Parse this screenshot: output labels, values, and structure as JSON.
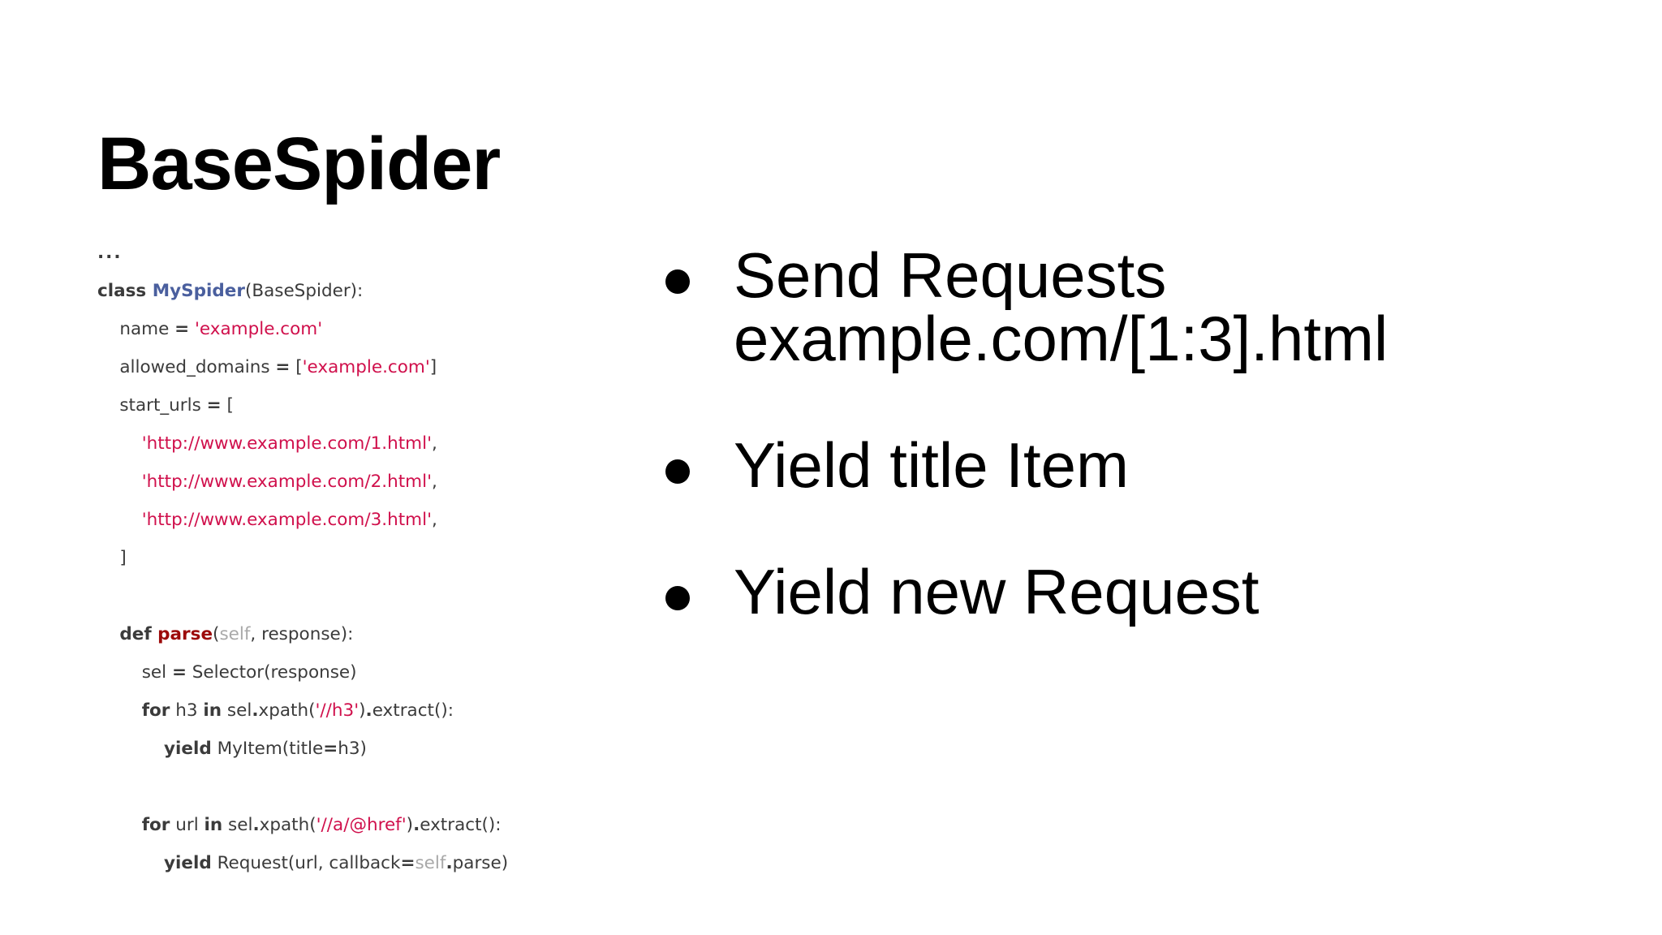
{
  "slide": {
    "title": "BaseSpider",
    "background_color": "#ffffff"
  },
  "colors": {
    "text": "#000000",
    "code_default": "#3b3b3b",
    "code_keyword": "#3b3b3b",
    "code_classname": "#4a5f9e",
    "code_function": "#9c0a0a",
    "code_self": "#a9a9a9",
    "code_string": "#d0104c"
  },
  "code": {
    "language": "python",
    "lines": [
      {
        "indent": 0,
        "tokens": [
          {
            "t": "...",
            "k": "ellipsis"
          }
        ]
      },
      {
        "indent": 0,
        "tokens": [
          {
            "t": "class ",
            "k": "kw"
          },
          {
            "t": "MySpider",
            "k": "class"
          },
          {
            "t": "(BaseSpider):",
            "k": "plain"
          }
        ]
      },
      {
        "indent": 1,
        "tokens": [
          {
            "t": "name ",
            "k": "plain"
          },
          {
            "t": "=",
            "k": "op"
          },
          {
            "t": " ",
            "k": "plain"
          },
          {
            "t": "'example.com'",
            "k": "str"
          }
        ]
      },
      {
        "indent": 1,
        "tokens": [
          {
            "t": "allowed_domains ",
            "k": "plain"
          },
          {
            "t": "=",
            "k": "op"
          },
          {
            "t": " [",
            "k": "plain"
          },
          {
            "t": "'example.com'",
            "k": "str"
          },
          {
            "t": "]",
            "k": "plain"
          }
        ]
      },
      {
        "indent": 1,
        "tokens": [
          {
            "t": "start_urls ",
            "k": "plain"
          },
          {
            "t": "=",
            "k": "op"
          },
          {
            "t": " [",
            "k": "plain"
          }
        ]
      },
      {
        "indent": 2,
        "tokens": [
          {
            "t": "'http://www.example.com/1.html'",
            "k": "str"
          },
          {
            "t": ",",
            "k": "plain"
          }
        ]
      },
      {
        "indent": 2,
        "tokens": [
          {
            "t": "'http://www.example.com/2.html'",
            "k": "str"
          },
          {
            "t": ",",
            "k": "plain"
          }
        ]
      },
      {
        "indent": 2,
        "tokens": [
          {
            "t": "'http://www.example.com/3.html'",
            "k": "str"
          },
          {
            "t": ",",
            "k": "plain"
          }
        ]
      },
      {
        "indent": 1,
        "tokens": [
          {
            "t": "]",
            "k": "plain"
          }
        ]
      },
      {
        "indent": 0,
        "tokens": []
      },
      {
        "indent": 1,
        "tokens": [
          {
            "t": "def ",
            "k": "kw"
          },
          {
            "t": "parse",
            "k": "fn"
          },
          {
            "t": "(",
            "k": "plain"
          },
          {
            "t": "self",
            "k": "self"
          },
          {
            "t": ", response):",
            "k": "plain"
          }
        ]
      },
      {
        "indent": 2,
        "tokens": [
          {
            "t": "sel ",
            "k": "plain"
          },
          {
            "t": "=",
            "k": "op"
          },
          {
            "t": " Selector(response)",
            "k": "plain"
          }
        ]
      },
      {
        "indent": 2,
        "tokens": [
          {
            "t": "for",
            "k": "kw"
          },
          {
            "t": " h3 ",
            "k": "plain"
          },
          {
            "t": "in",
            "k": "kw"
          },
          {
            "t": " sel",
            "k": "plain"
          },
          {
            "t": ".",
            "k": "op"
          },
          {
            "t": "xpath(",
            "k": "plain"
          },
          {
            "t": "'//h3'",
            "k": "str"
          },
          {
            "t": ")",
            "k": "plain"
          },
          {
            "t": ".",
            "k": "op"
          },
          {
            "t": "extract():",
            "k": "plain"
          }
        ]
      },
      {
        "indent": 3,
        "tokens": [
          {
            "t": "yield",
            "k": "kw"
          },
          {
            "t": " MyItem(title",
            "k": "plain"
          },
          {
            "t": "=",
            "k": "op"
          },
          {
            "t": "h3)",
            "k": "plain"
          }
        ]
      },
      {
        "indent": 0,
        "tokens": []
      },
      {
        "indent": 2,
        "tokens": [
          {
            "t": "for",
            "k": "kw"
          },
          {
            "t": " url ",
            "k": "plain"
          },
          {
            "t": "in",
            "k": "kw"
          },
          {
            "t": " sel",
            "k": "plain"
          },
          {
            "t": ".",
            "k": "op"
          },
          {
            "t": "xpath(",
            "k": "plain"
          },
          {
            "t": "'//a/@href'",
            "k": "str"
          },
          {
            "t": ")",
            "k": "plain"
          },
          {
            "t": ".",
            "k": "op"
          },
          {
            "t": "extract():",
            "k": "plain"
          }
        ]
      },
      {
        "indent": 3,
        "tokens": [
          {
            "t": "yield",
            "k": "kw"
          },
          {
            "t": " Request(url, callback",
            "k": "plain"
          },
          {
            "t": "=",
            "k": "op"
          },
          {
            "t": "self",
            "k": "self"
          },
          {
            "t": ".",
            "k": "op"
          },
          {
            "t": "parse)",
            "k": "plain"
          }
        ]
      }
    ]
  },
  "bullets": {
    "marker": "bullet-dot",
    "items": [
      {
        "text": "Send Requests example.com/[1:3].html"
      },
      {
        "text": "Yield title Item"
      },
      {
        "text": "Yield new Request"
      }
    ]
  }
}
